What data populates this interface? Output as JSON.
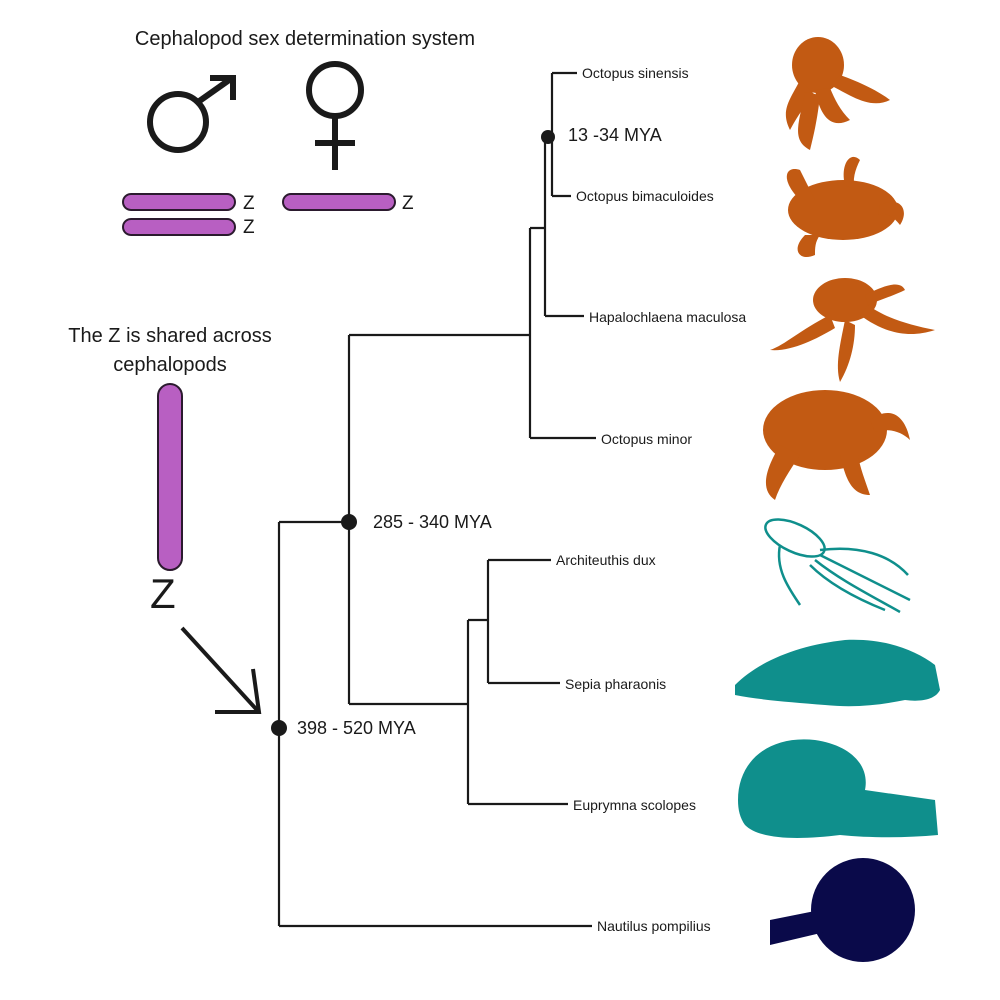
{
  "title": "Cephalopod sex determination system",
  "male": {
    "chromosomes": [
      "Z",
      "Z"
    ]
  },
  "female": {
    "chromosomes": [
      "Z"
    ]
  },
  "shared_note": "The Z is shared across cephalopods",
  "shared_chromosome": "Z",
  "colors": {
    "chromosome": "#b85fc2",
    "octopus": "#c25a13",
    "decapod": "#0f8f8c",
    "nautilus": "#0a0a4a"
  },
  "tree": {
    "taxa": [
      {
        "name": "Octopus sinensis",
        "group": "octopus"
      },
      {
        "name": "Octopus bimaculoides",
        "group": "octopus"
      },
      {
        "name": "Hapalochlaena maculosa",
        "group": "octopus"
      },
      {
        "name": "Octopus minor",
        "group": "octopus"
      },
      {
        "name": "Architeuthis dux",
        "group": "decapod"
      },
      {
        "name": "Sepia pharaonis",
        "group": "decapod"
      },
      {
        "name": "Euprymna scolopes",
        "group": "decapod"
      },
      {
        "name": "Nautilus pompilius",
        "group": "nautilus"
      }
    ],
    "node_ages": {
      "octopus_crown": "13 -34 MYA",
      "coleoid_crown": "285 - 340 MYA",
      "cephalopod_root": "398 - 520 MYA"
    }
  }
}
